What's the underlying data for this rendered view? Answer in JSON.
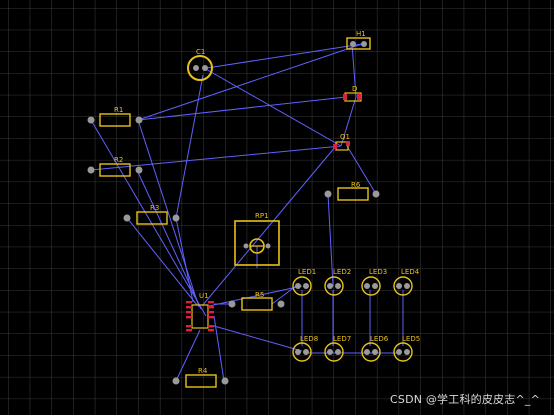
{
  "colors": {
    "background": "#000000",
    "grid": "#4a4a4a",
    "silkscreen": "#e8c21a",
    "pad": "#9a9a9a",
    "pad_hole": "#2a2a2a",
    "ratsnest": "#6060ff",
    "smd_pad": "#e0203a"
  },
  "components": {
    "C1": "C1",
    "H1": "H1",
    "D1": "D",
    "Q1": "Q1",
    "R1": "R1",
    "R2": "R2",
    "R3": "R3",
    "R4": "R4",
    "R5": "R5",
    "R6": "R6",
    "RP1": "RP1",
    "U1": "U1",
    "LED1": "LED1",
    "LED2": "LED2",
    "LED3": "LED3",
    "LED4": "LED4",
    "LED5": "LED5",
    "LED6": "LED6",
    "LED7": "LED7",
    "LED8": "LED8"
  },
  "watermark": "CSDN @学工科的皮皮志^_^"
}
